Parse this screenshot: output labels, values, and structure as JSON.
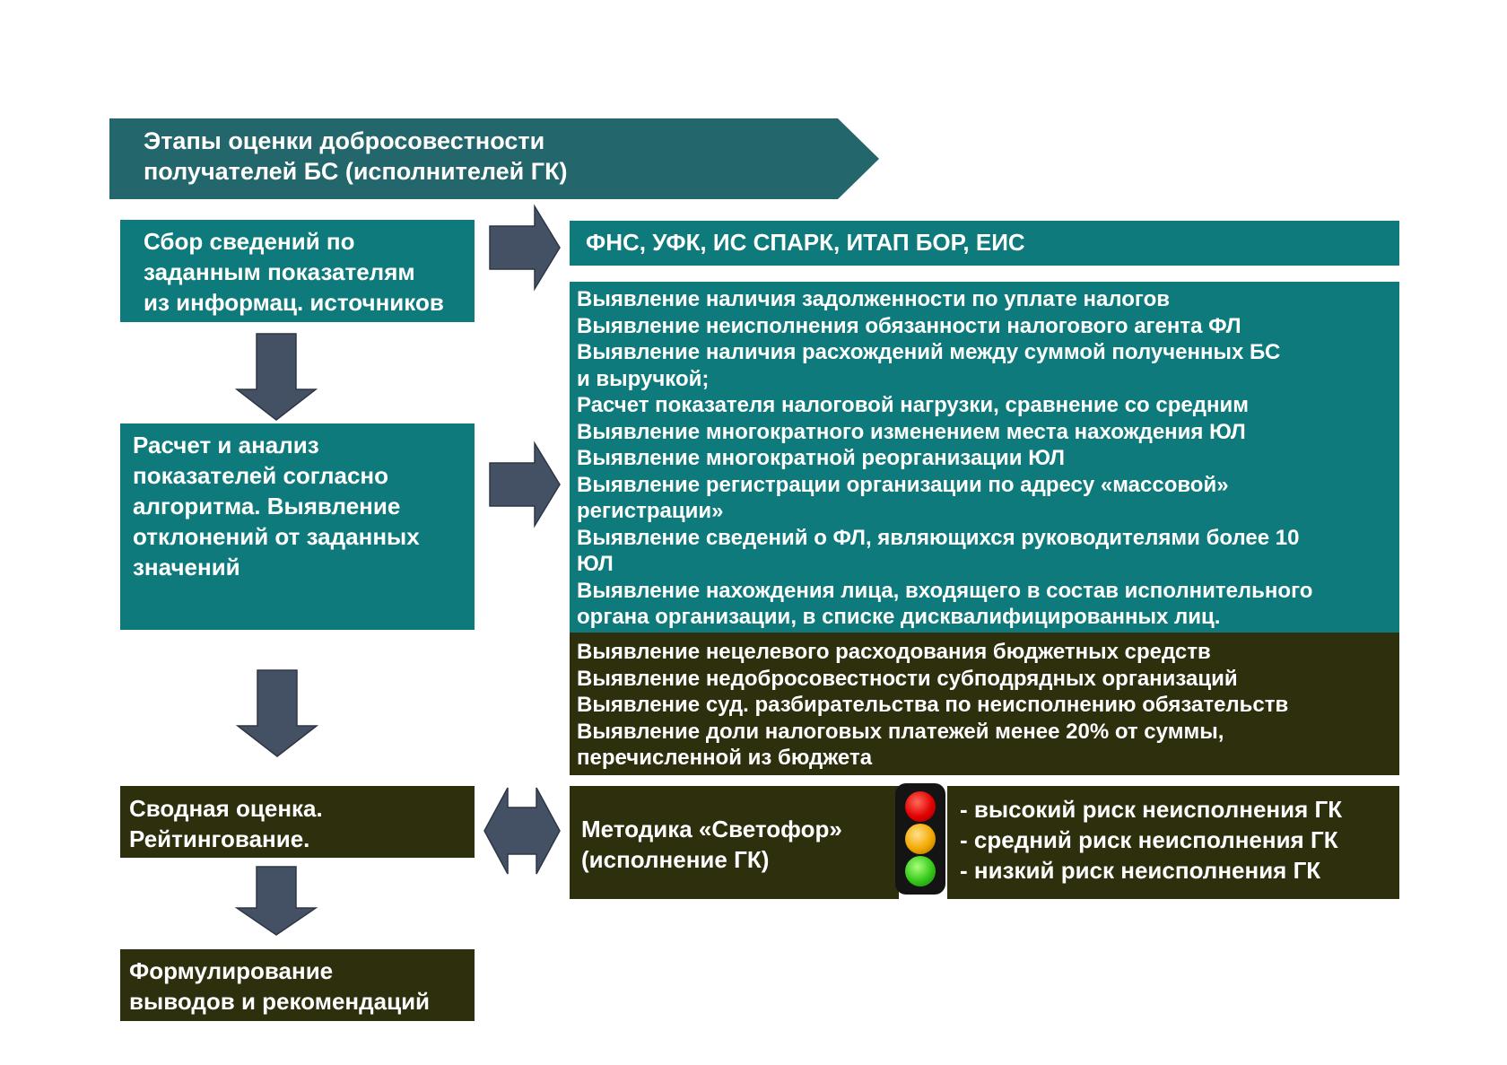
{
  "banner": {
    "line1": "Этапы оценки добросовестности",
    "line2": "получателей БС (исполнителей ГК)"
  },
  "stages": {
    "collect": [
      "Сбор сведений по",
      "заданным показателям",
      "из информац. источников"
    ],
    "analysis": [
      "Расчет и анализ",
      "показателей согласно",
      "алгоритма. Выявление",
      "отклонений от заданных",
      "значений"
    ],
    "summary": [
      "Сводная оценка.",
      "Рейтингование."
    ],
    "conclusions": [
      "Формулирование",
      "выводов и рекомендаций"
    ]
  },
  "sources": "ФНС, УФК,  ИС СПАРК, ИТАП БОР, ЕИС",
  "checks_teal": [
    "Выявление наличия задолженности по уплате налогов",
    "Выявление неисполнения обязанности налогового агента ФЛ",
    "Выявление наличия расхождений между суммой полученных БС",
    "и выручкой;",
    "Расчет показателя налоговой нагрузки, сравнение со средним",
    "Выявление многократного изменением места нахождения ЮЛ",
    "Выявление многократной реорганизации ЮЛ",
    "Выявление регистрации организации по адресу «массовой»",
    "регистрации»",
    "Выявление сведений о ФЛ, являющихся руководителями более 10",
    "ЮЛ",
    "Выявление нахождения лица, входящего в состав исполнительного",
    "органа организации, в списке дисквалифицированных лиц."
  ],
  "checks_olive": [
    "Выявление  нецелевого расходования бюджетных средств",
    "Выявление недобросовестности  субподрядных организаций",
    "Выявление суд. разбирательства по неисполнению обязательств",
    "Выявление доли налоговых платежей менее 20% от суммы,",
    "перечисленной из бюджета"
  ],
  "method": [
    "Методика «Светофор»",
    "(исполнение ГК)"
  ],
  "risks": [
    "- высокий риск неисполнения ГК",
    "- средний риск неисполнения ГК",
    "- низкий риск неисполнения ГК"
  ],
  "colors": {
    "teal": "#0e7a7c",
    "banner": "#23666b",
    "olive": "#2e2f0d",
    "arrow": "#445064",
    "light_red": "#e10000",
    "light_yellow": "#f2a800",
    "light_green": "#34c81a"
  }
}
